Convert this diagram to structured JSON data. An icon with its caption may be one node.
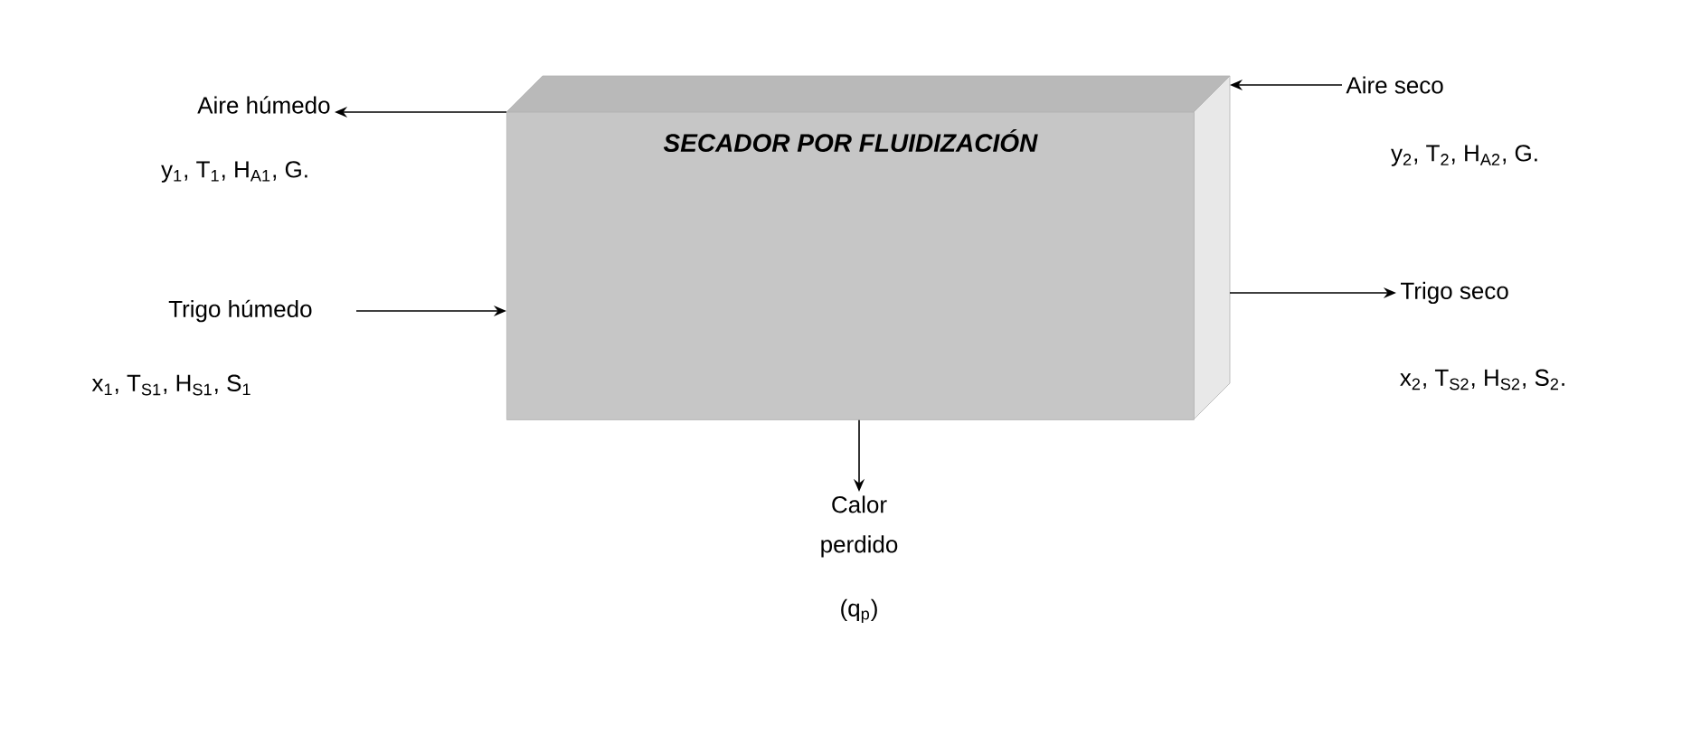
{
  "diagram": {
    "nodes": [
      {
        "text": [
          "SECADOR POR FLUIDIZACIÓN"
        ]
      },
      {
        "text": [
          "Aire húmedo"
        ],
        "beside": [
          "y$_{1}$, T$_{1}$, H$_{A1}$, G."
        ]
      },
      {
        "text": [
          "Trigo húmedo"
        ],
        "beside": [
          "x$_{1}$, T$_{S1}$, H$_{S1}$, S$_{1}$"
        ]
      },
      {
        "text": [
          "Aire seco"
        ],
        "beside": [
          "y$_{2}$, T$_{2}$, H$_{A2}$, G."
        ]
      },
      {
        "text": [
          "Trigo seco"
        ],
        "beside": [
          "x$_{2}$, T$_{S2}$, H$_{S2}$, S$_{2}$."
        ]
      },
      {
        "text": [
          "Calor perdido"
        ],
        "beside": [
          "(q$_{p}$)"
        ]
      }
    ],
    "edges": [
      {
        "from": 0,
        "to": 1,
        "arrow": "to"
      },
      {
        "from": 2,
        "to": 0,
        "arrow": "to"
      },
      {
        "from": 3,
        "to": 0,
        "arrow": "to"
      },
      {
        "from": 0,
        "to": 4,
        "arrow": "to"
      },
      {
        "from": 0,
        "to": 5,
        "arrow": "to"
      }
    ]
  }
}
